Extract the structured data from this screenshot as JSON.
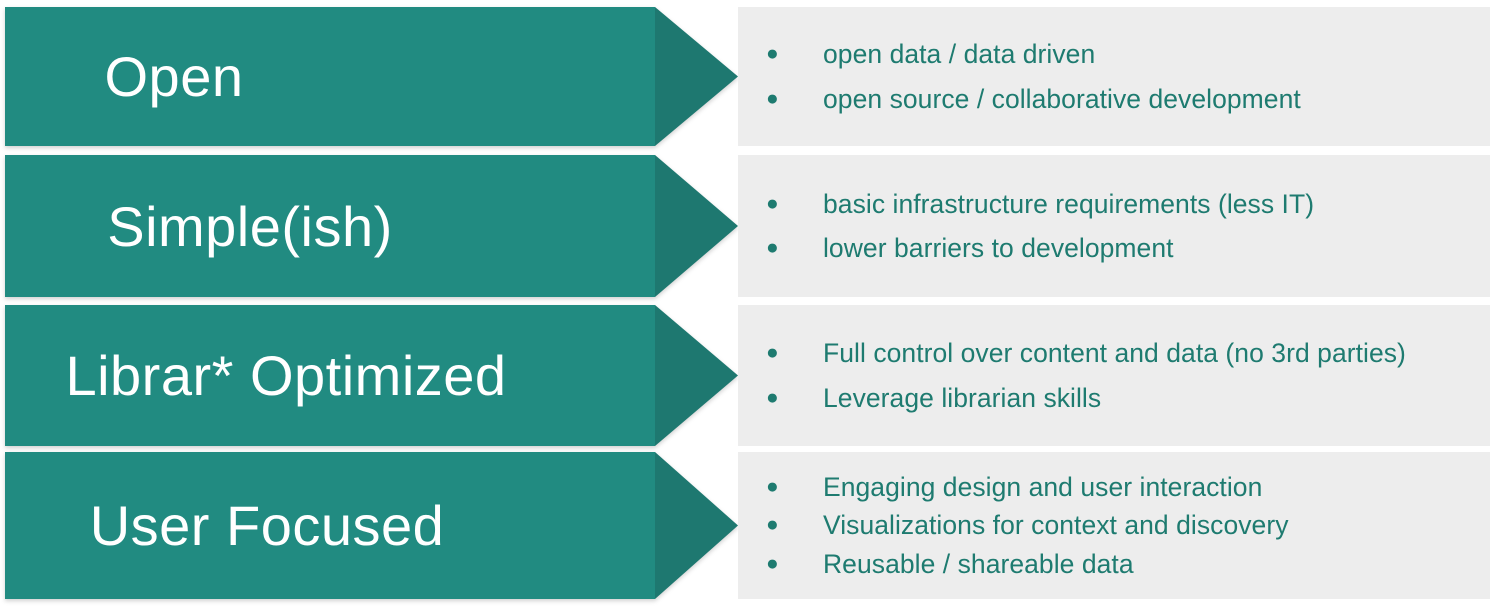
{
  "theme": {
    "banner_color": "#218B81",
    "arrowhead_color": "#1E7870",
    "panel_color": "#EDEDED",
    "label_color": "#FFFFFF",
    "bullet_color": "#1E7B70",
    "page_background": "#FFFFFF"
  },
  "bullet_glyph": "●",
  "rows": [
    {
      "label": "Open",
      "bullets": [
        "open data / data driven",
        "open source / collaborative development"
      ]
    },
    {
      "label": "Simple(ish)",
      "bullets": [
        "basic infrastructure requirements (less IT)",
        "lower barriers to development"
      ]
    },
    {
      "label": "Librar* Optimized",
      "bullets": [
        "Full control over content and data (no 3rd parties)",
        "Leverage librarian skills"
      ]
    },
    {
      "label": "User Focused",
      "bullets": [
        "Engaging design and user interaction",
        "Visualizations for context and discovery",
        "Reusable / shareable data"
      ]
    }
  ]
}
